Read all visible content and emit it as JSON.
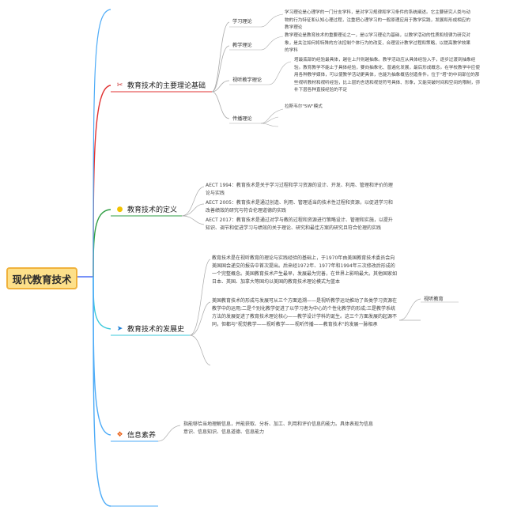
{
  "root": {
    "label": "现代教育技术"
  },
  "branches": [
    {
      "label": "教育技术的主要理论基础",
      "icon": "tools-icon",
      "children": [
        {
          "label": "学习理论",
          "text": "学习理论是心理学的一门分支学科，是对学习规律和学习条件的系统阐述。它主要研究人类与动物的行为特征和认知心理过程，注重把心理学习的一般原理应用于教学实践，发展和形成相应的教学理论"
        },
        {
          "label": "教学理论",
          "text": "教学理论是教育技术的重要理论之一，是以学习理论为基础，以教学活动的性质和规律为研究对象，是关注如何将特殊的方法控制个体行为的改变，合理设计教学过程和策略，以提高教学效果的学科"
        },
        {
          "label": "视听教学理论",
          "text": "塔最底部的经验最具体，越往上升则越抽象。教学活动应从具体经验入手，逐步过渡到抽象经验。教育教学不能止于具体经验，要向抽象化、普遍化发展，最后形成概念。在学校教学中应使用各种教学媒体，可以使教学活动更具体，也能为抽象概括创造条件。位于\"塔\"的中间部位的那些视听教材和视听经验，比上层的言语和视觉符号具体、形象，又能突破时间和空间的限制，弥补下层各种直接经验的不足"
        },
        {
          "label": "传播理论",
          "text": "拉斯韦尔\"5W\"模式"
        }
      ]
    },
    {
      "label": "教育技术的定义",
      "icon": "lightbulb-icon",
      "children": [
        {
          "text": "AECT 1994：教育技术是关于学习过程和学习资源的设计、开发、利用、管理和评价的理论与实践"
        },
        {
          "text": "AECT 2005：教育技术是通过创造、利用、管理适当的技术性过程和资源，以促进学习和改善绩效的研究与符合伦理道德的实践"
        },
        {
          "text": "AECT 2017：教育技术是通过对学与教的过程和资源进行策略设计、管理和实施，以提升知识、调节和促进学习与绩效的关于理论、研究和最佳方案的研究且符合伦理的实践"
        }
      ]
    },
    {
      "label": "教育技术的发展史",
      "icon": "paper-plane-icon",
      "children": [
        {
          "text": "教育技术是在视听教育的理论与实践经验的基础上，于1970年由美国教育技术委员会向美国国会递交的报告中首次提出。后来经1972年、1977年和1994年三次修改后形成的一个完整概念。美国教育技术产生最早，发展最为完善，在世界上影响最大。其他国家如日本、英国、加拿大等国均以美国的教育技术理论模式为蓝本"
        },
        {
          "text": "美国教育技术的形成与发展可从三个方面追溯——是视听教学运动推动了各类学习资源在教学中的运用;二是个别化教学促进了以学习者为中心的个性化教学的形成;三是教学系统方法的发展促进了教育技术理论核心——教学设计学科的诞生。这三个方面发展的起源不同，但都与\"视觉教学——视听教学——视听传播——教育技术\"的发展一脉相承",
          "tag": "视听教育"
        }
      ]
    },
    {
      "label": "信息素养",
      "icon": "gift-icon",
      "children": [
        {
          "text": "指能够恰当地理解信息，并能获取、分析、加工、利用和评价信息的能力。具体表现为信息意识、信息知识、信息道德、信息能力"
        }
      ]
    }
  ]
}
